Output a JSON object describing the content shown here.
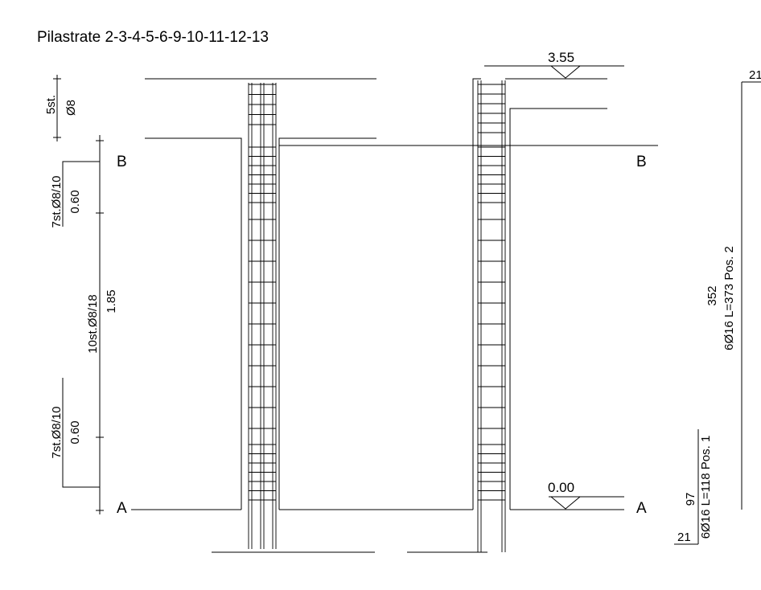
{
  "title": "Pilastrate 2-3-4-5-6-9-10-11-12-13",
  "section_labels": {
    "top": "B",
    "bottom": "A"
  },
  "elevations": {
    "top": "3.55",
    "bottom": "0.00"
  },
  "dimensions": {
    "head_stirrups": "5st.",
    "head_bar": "Ø8",
    "upper_zone_stirrups": "7st.Ø8/10",
    "upper_zone_length": "0.60",
    "middle_zone_stirrups": "10st.Ø8/18",
    "middle_zone_length": "1.85",
    "lower_zone_stirrups": "7st.Ø8/10",
    "lower_zone_length": "0.60"
  },
  "bars": {
    "pos1": {
      "label": "6Ø16 L=118 Pos. 1",
      "vertical_length": "97",
      "hook_length": "21"
    },
    "pos2": {
      "label": "6Ø16 L=373 Pos. 2",
      "vertical_length": "352",
      "hook_length": "21"
    }
  }
}
